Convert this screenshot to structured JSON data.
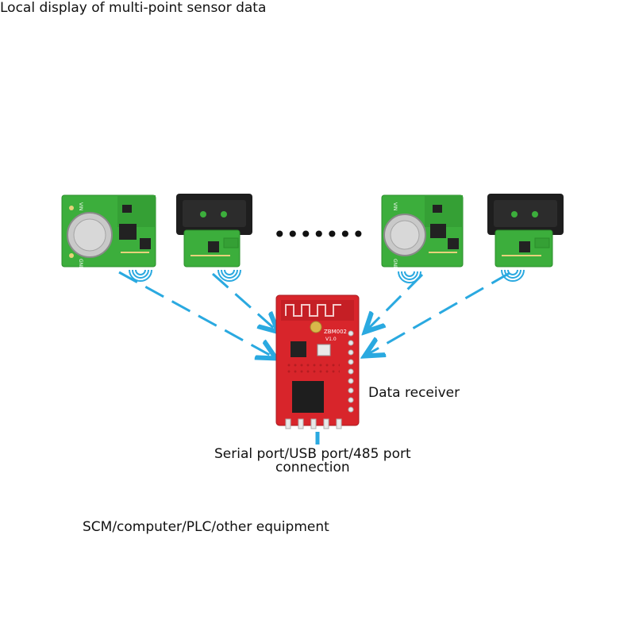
{
  "diagram": {
    "title": "Local display of multi-point sensor data",
    "receiver_label": "Data receiver",
    "connection_label_line1": "Serial port/USB port/485 port",
    "connection_label_line2": "connection",
    "bottom_label": "SCM/computer/PLC/other equipment",
    "ellipsis": "•••••••",
    "board_markings": {
      "vin": "VIN",
      "gnd": "GND",
      "model": "ZBM002",
      "version": "V1.0"
    }
  },
  "colors": {
    "arrow": "#2aa9e0",
    "sensor_pcb": "#3cae3c",
    "receiver_pcb": "#d8252b",
    "battery": "#c9c9c9",
    "holder": "#1e1e1e"
  },
  "icons": [
    "wifi-signal-icon"
  ]
}
